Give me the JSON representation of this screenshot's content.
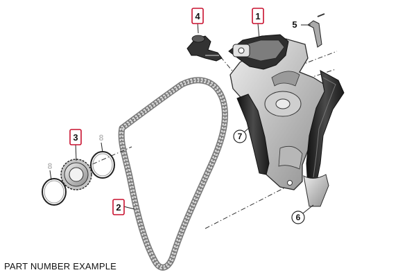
{
  "caption": "PART NUMBER EXAMPLE",
  "colors": {
    "highlight_border": "#c8102e",
    "part_dark": "#2a2a2a",
    "part_mid": "#8a8a8a",
    "part_light": "#d6d6d6",
    "faded_label": "#bcbcbc"
  },
  "callouts": [
    {
      "id": "1",
      "label": "1",
      "style": "highlighted"
    },
    {
      "id": "2",
      "label": "2",
      "style": "highlighted"
    },
    {
      "id": "3",
      "label": "3",
      "style": "highlighted"
    },
    {
      "id": "4",
      "label": "4",
      "style": "highlighted"
    },
    {
      "id": "5",
      "label": "5",
      "style": "plain"
    },
    {
      "id": "6",
      "label": "6",
      "style": "circled"
    },
    {
      "id": "7",
      "label": "7",
      "style": "circled"
    },
    {
      "id": "8a",
      "label": "8",
      "style": "faded"
    },
    {
      "id": "8b",
      "label": "8",
      "style": "faded"
    }
  ]
}
